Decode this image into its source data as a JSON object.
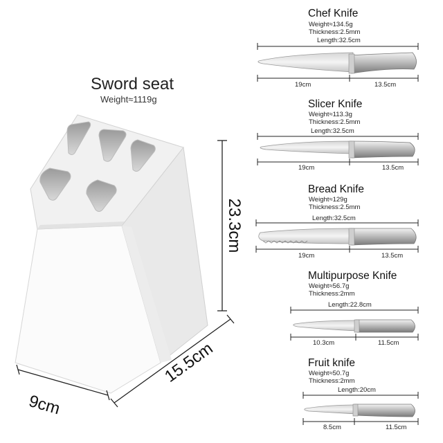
{
  "block": {
    "title": "Sword seat",
    "weight": "Weight≈1119g",
    "height": "23.3cm",
    "width": "9cm",
    "depth": "15.5cm"
  },
  "knives": [
    {
      "name": "Chef Knife",
      "weight": "Weight≈134.5g",
      "thickness": "Thickness:2.5mm",
      "length": "Length:32.5cm",
      "blade": "19cm",
      "handle": "13.5cm"
    },
    {
      "name": "Slicer Knife",
      "weight": "Weight≈113.3g",
      "thickness": "Thickness:2.5mm",
      "length": "Length:32.5cm",
      "blade": "19cm",
      "handle": "13.5cm"
    },
    {
      "name": "Bread Knife",
      "weight": "Weight≈129g",
      "thickness": "Thickness:2.5mm",
      "length": "Length:32.5cm",
      "blade": "19cm",
      "handle": "13.5cm"
    },
    {
      "name": "Multipurpose Knife",
      "weight": "Weight≈56.7g",
      "thickness": "Thickness:2mm",
      "length": "Length:22.8cm",
      "blade": "10.3cm",
      "handle": "11.5cm"
    },
    {
      "name": "Fruit knife",
      "weight": "Weight≈50.7g",
      "thickness": "Thickness:2mm",
      "length": "Length:20cm",
      "blade": "8.5cm",
      "handle": "11.5cm"
    }
  ]
}
